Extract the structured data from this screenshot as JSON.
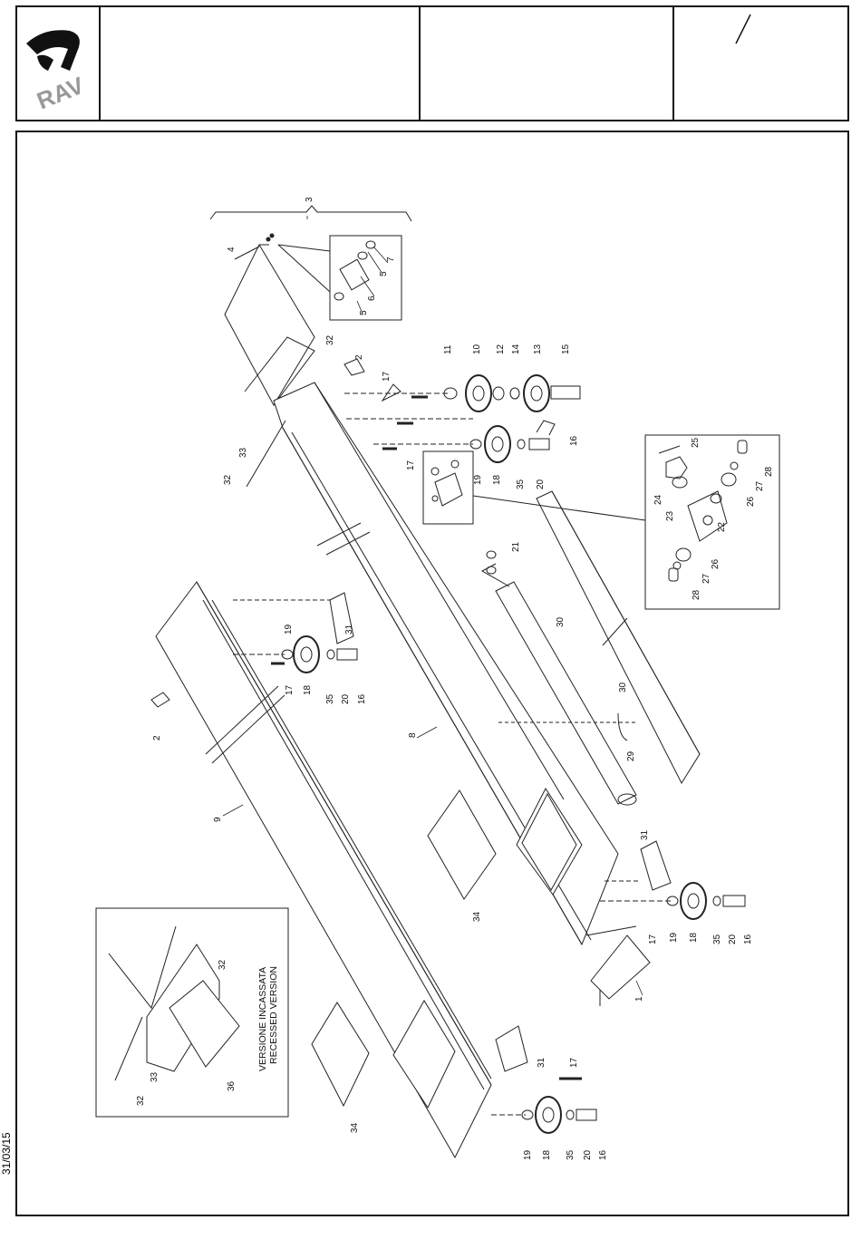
{
  "header": {
    "logo_text": "RAV",
    "title_block": "",
    "code_block": "",
    "page_fraction": "/"
  },
  "date": "31/03/15",
  "inset": {
    "title_it": "VERSIONE INCASSATA",
    "title_en": "RECESSED VERSION"
  },
  "callouts": {
    "c1": "1",
    "c2": "2",
    "c3": "3",
    "c4": "4",
    "c5": "5",
    "c6": "6",
    "c7": "7",
    "c8": "8",
    "c9": "9",
    "c10": "10",
    "c11": "11",
    "c12": "12",
    "c13": "13",
    "c14": "14",
    "c15": "15",
    "c16": "16",
    "c17": "17",
    "c18": "18",
    "c19": "19",
    "c20": "20",
    "c21": "21",
    "c22": "22",
    "c23": "23",
    "c24": "24",
    "c25": "25",
    "c26": "26",
    "c27": "27",
    "c28": "28",
    "c29": "29",
    "c30": "30",
    "c31": "31",
    "c32": "32",
    "c33": "33",
    "c34": "34",
    "c35": "35",
    "c36": "36"
  }
}
